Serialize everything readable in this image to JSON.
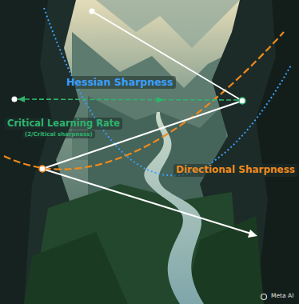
{
  "diagram": {
    "labels": [
      "Hessian Sharpness",
      "Critical Learning Rate",
      "(2/Critical sharpness)",
      "Directional Sharpness",
      "Meta AI"
    ]
  }
}
